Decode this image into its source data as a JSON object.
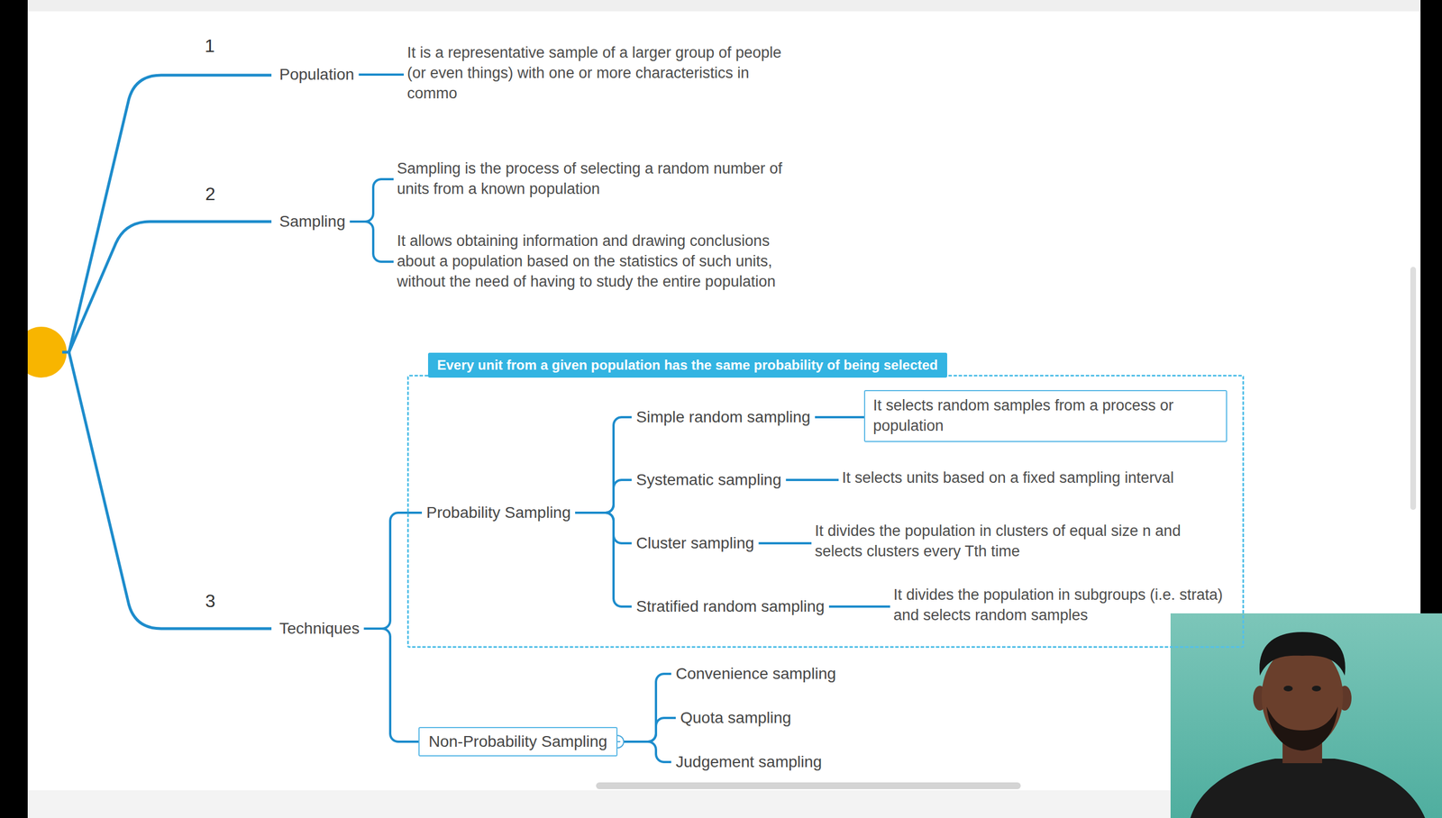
{
  "diagram": {
    "nodes": [
      {
        "text": [
          "Population"
        ]
      },
      {
        "text": [
          "It is a representative sample of a larger group of people (or even things) with one or more characteristics in commo"
        ]
      },
      {
        "text": [
          "Sampling"
        ]
      },
      {
        "text": [
          "Sampling is the process of selecting a random number of units from a known population"
        ]
      },
      {
        "text": [
          "It allows obtaining information and drawing conclusions about a population based on the statistics of such units, without the need of having to study the entire population"
        ]
      },
      {
        "text": [
          "Techniques"
        ]
      },
      {
        "text": [
          "Every unit from a given population has the same probability of being selected"
        ]
      },
      {
        "text": [
          "Probability Sampling"
        ],
        "in": 6
      },
      {
        "text": [
          "Simple random sampling"
        ],
        "in": 6
      },
      {
        "text": [
          "It selects random samples from a process or population"
        ],
        "in": 6
      },
      {
        "text": [
          "Systematic sampling"
        ],
        "in": 6
      },
      {
        "text": [
          "It selects units based on a fixed sampling interval"
        ],
        "in": 6
      },
      {
        "text": [
          "Cluster sampling"
        ],
        "in": 6
      },
      {
        "text": [
          "It divides the population in clusters of equal size n and selects clusters every Tth time"
        ],
        "in": 6
      },
      {
        "text": [
          "Stratified random sampling"
        ],
        "in": 6
      },
      {
        "text": [
          "It divides the population in subgroups (i.e. strata) and selects random samples"
        ],
        "in": 6
      },
      {
        "text": [
          "Non-Probability Sampling"
        ]
      },
      {
        "text": [
          "Convenience sampling"
        ]
      },
      {
        "text": [
          "Quota sampling"
        ]
      },
      {
        "text": [
          "Judgement sampling"
        ]
      }
    ],
    "edges": [
      {
        "from": 0,
        "to": 1,
        "arrow": "none"
      },
      {
        "from": 2,
        "to": 3,
        "arrow": "none"
      },
      {
        "from": 2,
        "to": 4,
        "arrow": "none"
      },
      {
        "from": 5,
        "to": 7,
        "arrow": "none"
      },
      {
        "from": 5,
        "to": 16,
        "arrow": "none"
      },
      {
        "from": 7,
        "to": 8,
        "arrow": "none"
      },
      {
        "from": 7,
        "to": 10,
        "arrow": "none"
      },
      {
        "from": 7,
        "to": 12,
        "arrow": "none"
      },
      {
        "from": 7,
        "to": 14,
        "arrow": "none"
      },
      {
        "from": 8,
        "to": 9,
        "arrow": "none"
      },
      {
        "from": 10,
        "to": 11,
        "arrow": "none"
      },
      {
        "from": 12,
        "to": 13,
        "arrow": "none"
      },
      {
        "from": 14,
        "to": 15,
        "arrow": "none"
      },
      {
        "from": 16,
        "to": 17,
        "arrow": "none"
      },
      {
        "from": 16,
        "to": 18,
        "arrow": "none"
      },
      {
        "from": 16,
        "to": 19,
        "arrow": "none"
      }
    ],
    "labels": [
      "1",
      "2",
      "3"
    ]
  }
}
